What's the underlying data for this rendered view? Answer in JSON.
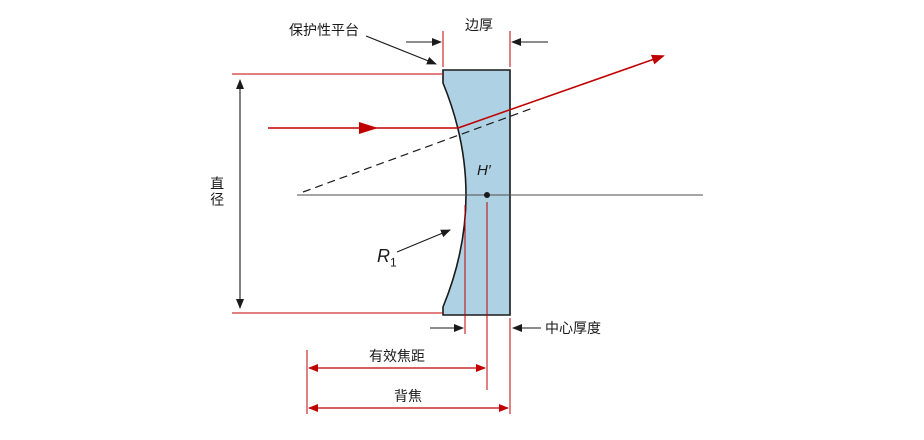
{
  "colors": {
    "ray_red": "#c00000",
    "dimension_red": "#c00000",
    "lens_fill": "#aed2e4",
    "line_black": "#1a1a1a",
    "axis_gray": "#4d4d4d"
  },
  "labels": {
    "protective_flat": "保护性平台",
    "edge_thickness": "边厚",
    "diameter": "直径",
    "principal_plane": "H′",
    "radius_main": "R",
    "radius_sub": "1",
    "center_thickness": "中心厚度",
    "effective_focal_length": "有效焦距",
    "back_focal_length": "背焦"
  }
}
